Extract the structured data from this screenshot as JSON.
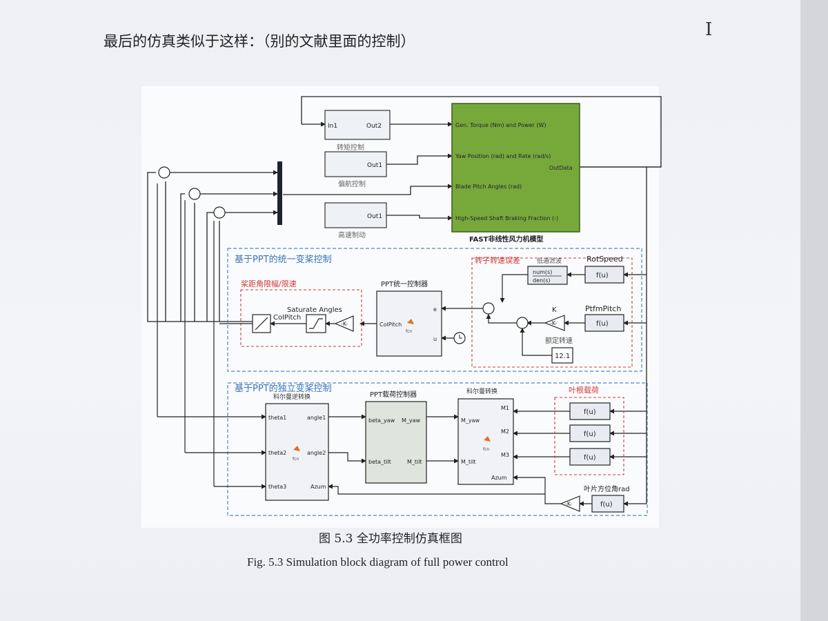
{
  "page": {
    "heading": "最后的仿真类似于这样：（别的文献里面的控制）",
    "cursor": "I",
    "caption_cn": "图 5.3 全功率控制仿真框图",
    "caption_en": "Fig. 5.3 Simulation block diagram of full power control"
  },
  "colors": {
    "fast_block": "#77a83a",
    "region_blue": "#4a86c8",
    "region_red": "#d03a3a",
    "wire": "#222222"
  },
  "diagram": {
    "fast": {
      "title": "FAST非线性风力机模型",
      "ports_in": [
        "Gen. Torque (Nm) and Power (W)",
        "Yaw Position (rad) and Rate (rad/s)",
        "Blade Pitch Angles (rad)",
        "High-Speed Shaft Braking Fraction (-)"
      ],
      "port_out": "OutData"
    },
    "torque_block": {
      "in": "In1",
      "out": "Out2",
      "label": "转矩控制"
    },
    "yaw_block": {
      "out": "Out1",
      "label": "偏航控制"
    },
    "brake_block": {
      "out": "Out1",
      "label": "高速制动"
    },
    "unified": {
      "title": "基于PPT的统一变桨控制",
      "limit_title": "桨距角限幅/限速",
      "colpitch": "ColPitch",
      "saturate": "Saturate Angles",
      "gain": "-K-",
      "ppt_title": "PPT统一控制器",
      "ppt_port": "ColPitch",
      "ppt_io": [
        "e",
        "u"
      ],
      "fcn": "fcn",
      "rot_title": "转子转速误差",
      "filter_title": "低通滤波",
      "filter_num": "num(s)",
      "filter_den": "den(s)",
      "rotspeed": "RotSpeed",
      "fu": "f(u)",
      "k": "K",
      "ptfm": "PtfmPitch",
      "rated_title": "额定转速",
      "rated_value": "12.1"
    },
    "independent": {
      "title": "基于PPT的独立变桨控制",
      "inv_title": "科尔曼逆转换",
      "inv_in": [
        "theta1",
        "theta2",
        "theta3"
      ],
      "inv_out": [
        "angle1",
        "angle2",
        "Azum"
      ],
      "ppt_title": "PPT载荷控制器",
      "ppt_in": [
        "beta_yaw",
        "beta_tilt"
      ],
      "ppt_out": [
        "M_yaw",
        "M_tilt"
      ],
      "fwd_title": "科尔曼转换",
      "fwd_in": [
        "M_yaw",
        "M_tilt",
        "Azum"
      ],
      "fwd_out": [
        "M1",
        "M2",
        "M3"
      ],
      "root_title": "叶根载荷",
      "fu": "f(u)",
      "azimuth_title": "叶片方位角rad",
      "gain": "-K-",
      "fcn": "fcn"
    }
  }
}
